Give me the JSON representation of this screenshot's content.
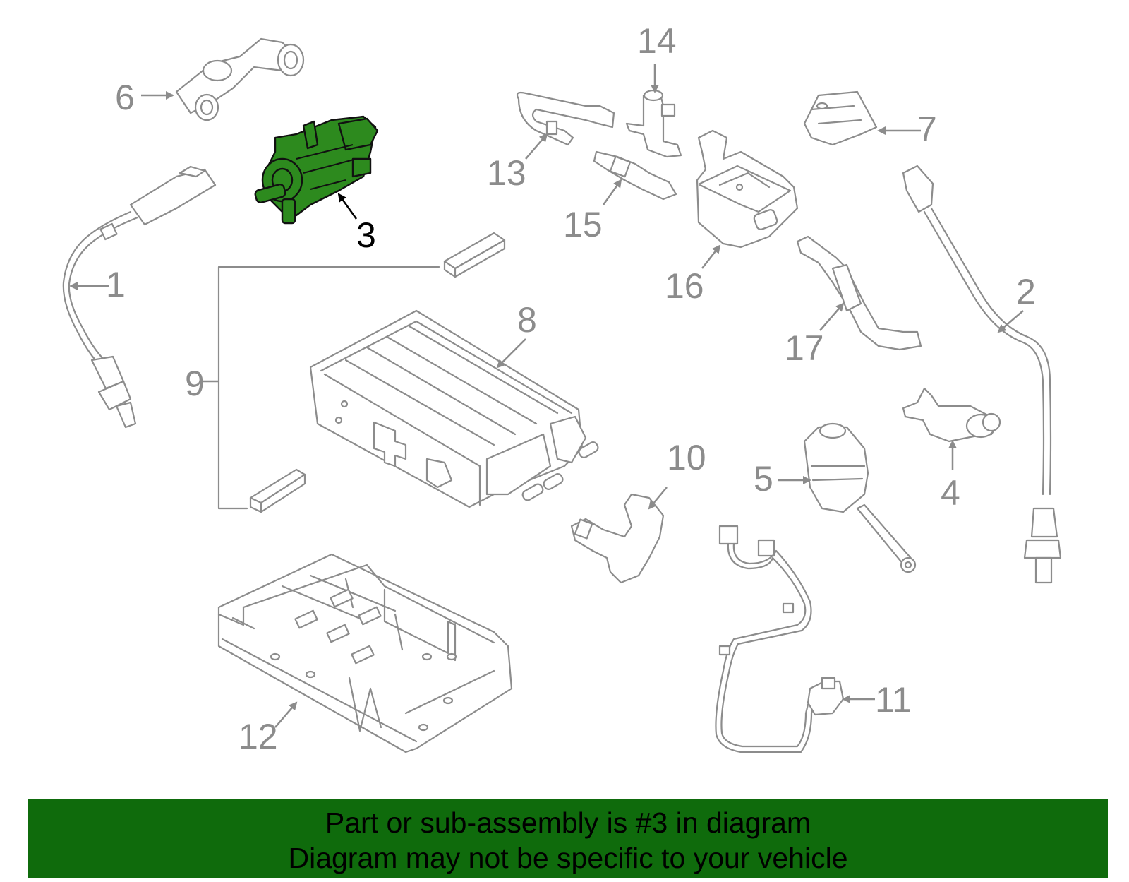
{
  "diagram": {
    "highlight_color": "#2d8a1e",
    "line_color": "#8c8c8c",
    "callouts": {
      "c1": "1",
      "c2": "2",
      "c3": "3",
      "c4": "4",
      "c5": "5",
      "c6": "6",
      "c7": "7",
      "c8": "8",
      "c9": "9",
      "c10": "10",
      "c11": "11",
      "c12": "12",
      "c13": "13",
      "c14": "14",
      "c15": "15",
      "c16": "16",
      "c17": "17"
    },
    "highlighted_part": "3"
  },
  "banner": {
    "line1": "Part or sub-assembly is #3 in diagram",
    "line2": "Diagram may not be specific to your vehicle",
    "background": "#0f6b0c"
  }
}
